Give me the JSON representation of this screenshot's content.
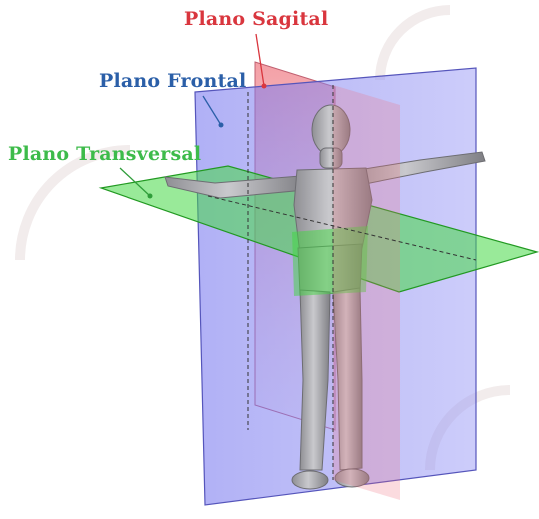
{
  "labels": {
    "sagital": "Plano Sagital",
    "frontal": "Plano Frontal",
    "transversal": "Plano Transversal"
  },
  "colors": {
    "sagital": "#d9363e",
    "frontal": "#2b5fa8",
    "transversal": "#3dbb4a",
    "sagital_plane": "#f0a0a8",
    "frontal_plane": "#8f8ff0",
    "transversal_plane": "#5fe05f",
    "skin": "#a8a8ac"
  },
  "icons": {
    "sagital_marker": "dot",
    "frontal_marker": "dot",
    "transversal_marker": "dot"
  }
}
